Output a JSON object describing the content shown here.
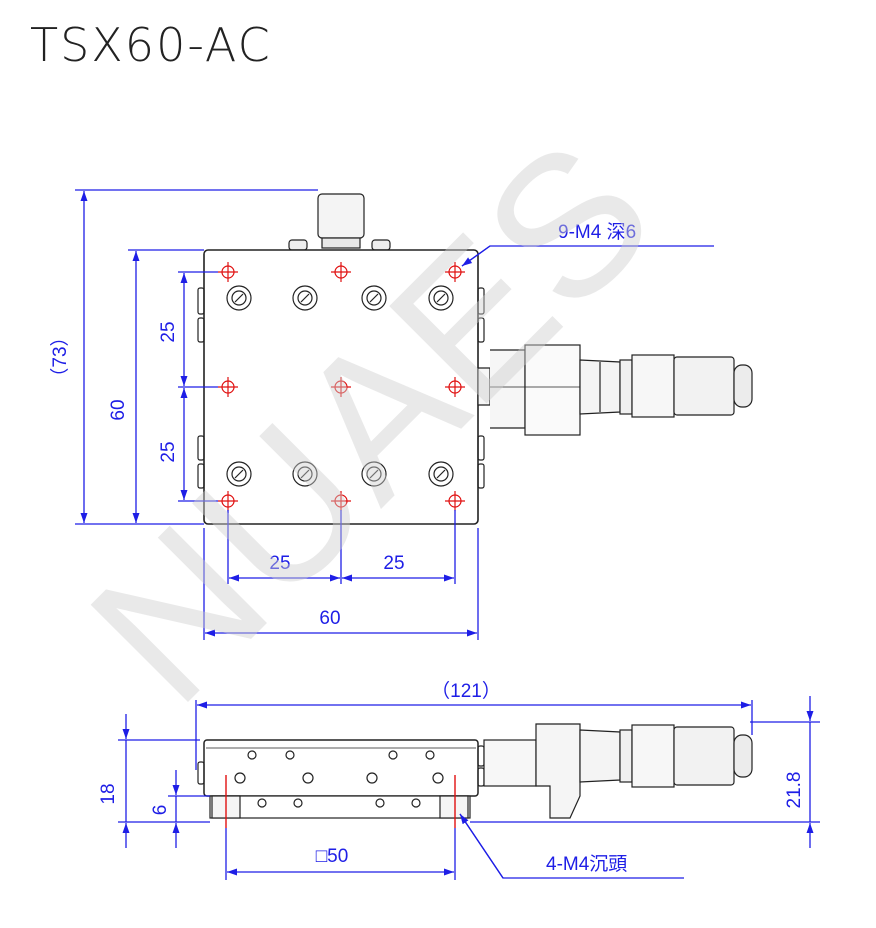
{
  "title": "TSX60-AC",
  "watermark": "NUAES",
  "colors": {
    "dimension": "#1e1ee6",
    "hole_mark": "#e01010",
    "outline": "#222222",
    "watermark": "#cfcfcf"
  },
  "top_view": {
    "thread_callout": "9-M4 深6",
    "dim_overall_height": "（73）",
    "dim_height": "60",
    "dim_pitch_upper": "25",
    "dim_pitch_lower": "25",
    "dim_pitch_left": "25",
    "dim_pitch_right": "25",
    "dim_width": "60"
  },
  "side_view": {
    "dim_overall_length": "（121）",
    "dim_height": "18",
    "dim_base": "6",
    "dim_total_height": "21.8",
    "dim_square": "□50",
    "counterbore_callout": "4-M4沉頭"
  }
}
